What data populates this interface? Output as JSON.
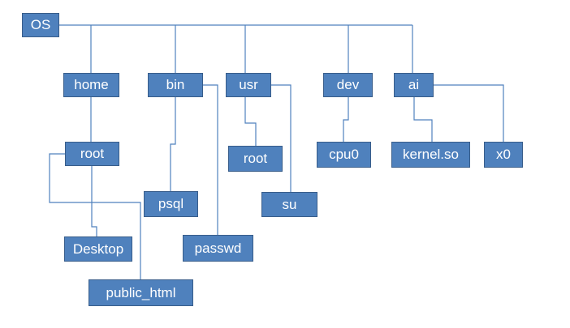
{
  "nodes": {
    "os": "OS",
    "home": "home",
    "bin": "bin",
    "usr": "usr",
    "dev": "dev",
    "ai": "ai",
    "root_home": "root",
    "psql": "psql",
    "passwd": "passwd",
    "root_usr": "root",
    "su": "su",
    "cpu0": "cpu0",
    "kernel": "kernel.so",
    "x0": "x0",
    "desktop": "Desktop",
    "public_html": "public_html"
  },
  "colors": {
    "node_fill": "#4f81bd",
    "node_border": "#385d8a",
    "connector": "#4f81bd",
    "text": "#ffffff"
  }
}
